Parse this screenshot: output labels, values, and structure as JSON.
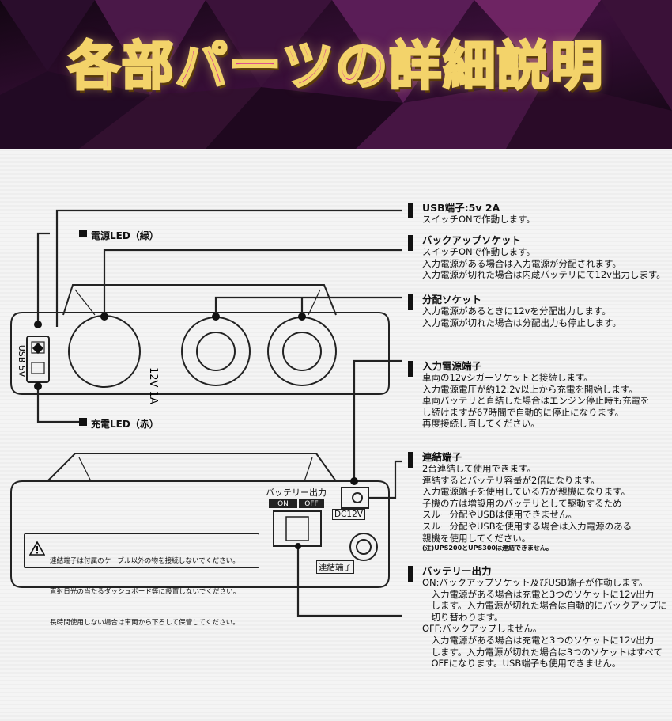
{
  "title": "各部パーツの詳細説明",
  "callouts": [
    {
      "heading": "USB端子:5v 2A",
      "body": "スイッチONで作動します。"
    },
    {
      "heading": "バックアップソケット",
      "body": "スイッチONで作動します。\n入力電源がある場合は入力電源が分配されます。\n入力電源が切れた場合は内蔵バッテリにて12v出力します。"
    },
    {
      "heading": "分配ソケット",
      "body": "入力電源があるときに12vを分配出力します。\n入力電源が切れた場合は分配出力も停止します。"
    },
    {
      "heading": "入力電源端子",
      "body": "車両の12vシガーソケットと接続します。\n入力電源電圧が約12.2v以上から充電を開始します。\n車両バッテリと直結した場合はエンジン停止時も充電を\nし続けますが67時間で自動的に停止になります。\n再度接続し直してください。"
    },
    {
      "heading": "連結端子",
      "body": "2台連結して使用できます。\n連結するとバッテリ容量が2倍になります。\n入力電源端子を使用している方が親機になります。\n子機の方は増設用のバッテリとして駆動するため\nスルー分配やUSBは使用できません。\nスルー分配やUSBを使用する場合は入力電源のある\n親機を使用してください。",
      "note": "(注)UPS200とUPS300は連結できません。"
    },
    {
      "heading": "バッテリー出力",
      "body": "ON:バックアップソケット及びUSB端子が作動します。\n　入力電源がある場合は充電と3つのソケットに12v出力\n　します。入力電源が切れた場合は自動的にバックアップに\n　切り替わります。\nOFF:バックアップしません。\n　入力電源がある場合は充電と3つのソケットに12v出力\n　します。入力電源が切れた場合は3つのソケットはすべて\n　OFFになります。USB端子も使用できません。"
    }
  ],
  "leds": {
    "green": "電源LED（緑）",
    "red": "充電LED（赤）"
  },
  "device_labels": {
    "usb": "USB 5V",
    "socket_rating": "12V 1A",
    "battery_output": "バッテリー出力",
    "on": "ON",
    "off": "OFF",
    "dc": "DC12V",
    "link": "連結端子"
  },
  "warning": [
    "連結端子は付属のケーブル以外の物を接続しないでください。",
    "直射日光の当たるダッシュボード等に設置しないでください。",
    "長時間使用しない場合は車両から下ろして保管してください。"
  ],
  "colors": {
    "title_fill": "#d6249a",
    "title_outline": "#f3d36a",
    "banner_bg": "#1a0a1c"
  }
}
